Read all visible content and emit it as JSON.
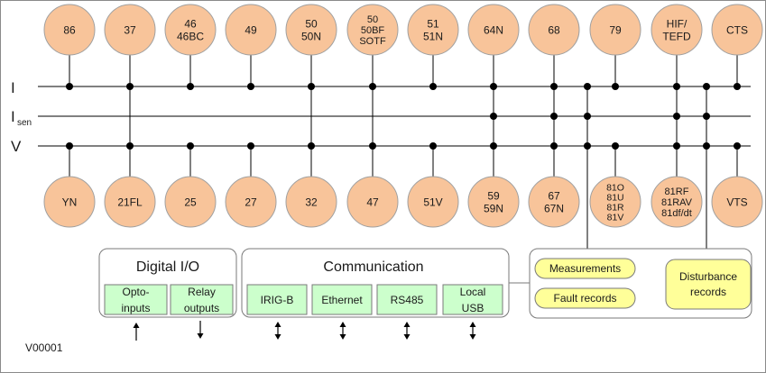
{
  "buses": [
    {
      "id": "I",
      "label": "I",
      "sub": ""
    },
    {
      "id": "Isen",
      "label": "I",
      "sub": "sen"
    },
    {
      "id": "V",
      "label": "V",
      "sub": ""
    }
  ],
  "top_functions": [
    {
      "lines": [
        "86"
      ]
    },
    {
      "lines": [
        "37"
      ]
    },
    {
      "lines": [
        "46",
        "46BC"
      ]
    },
    {
      "lines": [
        "49"
      ]
    },
    {
      "lines": [
        "50",
        "50N"
      ]
    },
    {
      "lines": [
        "50",
        "50BF",
        "SOTF"
      ]
    },
    {
      "lines": [
        "51",
        "51N"
      ]
    },
    {
      "lines": [
        "64N"
      ]
    },
    {
      "lines": [
        "68"
      ]
    },
    {
      "lines": [
        "79"
      ]
    },
    {
      "lines": [
        "HIF/",
        "TEFD"
      ]
    },
    {
      "lines": [
        "CTS"
      ]
    }
  ],
  "bottom_functions": [
    {
      "lines": [
        "YN"
      ]
    },
    {
      "lines": [
        "21FL"
      ]
    },
    {
      "lines": [
        "25"
      ]
    },
    {
      "lines": [
        "27"
      ]
    },
    {
      "lines": [
        "32"
      ]
    },
    {
      "lines": [
        "47"
      ]
    },
    {
      "lines": [
        "51V"
      ]
    },
    {
      "lines": [
        "59",
        "59N"
      ]
    },
    {
      "lines": [
        "67",
        "67N"
      ]
    },
    {
      "lines": [
        "81O",
        "81U",
        "81R",
        "81V"
      ]
    },
    {
      "lines": [
        "81RF",
        "81RAV",
        "81df/dt"
      ]
    },
    {
      "lines": [
        "VTS"
      ]
    }
  ],
  "digital_io": {
    "title": "Digital I/O",
    "items": [
      {
        "lines": [
          "Opto-",
          "inputs"
        ]
      },
      {
        "lines": [
          "Relay",
          "outputs"
        ]
      }
    ]
  },
  "communication": {
    "title": "Communication",
    "items": [
      {
        "lines": [
          "IRIG-B"
        ]
      },
      {
        "lines": [
          "Ethernet"
        ]
      },
      {
        "lines": [
          "RS485"
        ]
      },
      {
        "lines": [
          "Local",
          "USB"
        ]
      }
    ]
  },
  "records": {
    "measurements": "Measurements",
    "fault_records": "Fault records",
    "disturbance": [
      "Disturbance",
      "records"
    ]
  },
  "version": "V00001",
  "colors": {
    "function_fill": "#f8c49a",
    "function_stroke": "#a0a0a0",
    "io_fill": "#ccffcc",
    "record_fill": "#ffff99",
    "line": "#000000",
    "group_stroke": "#7a7a7a"
  }
}
